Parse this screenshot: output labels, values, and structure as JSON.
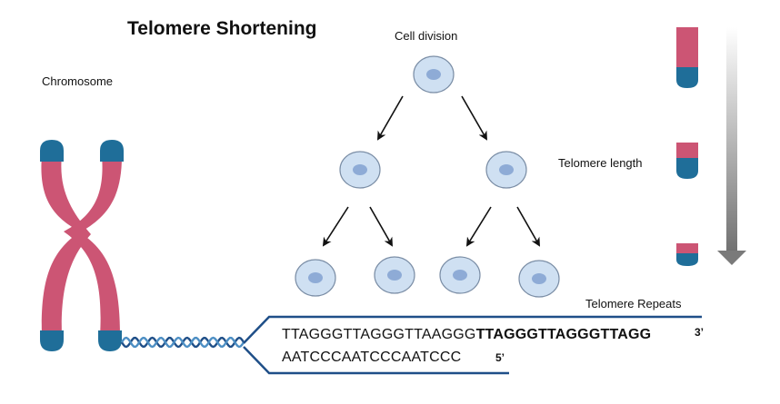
{
  "title": "Telomere Shortening",
  "labels": {
    "chromosome": "Chromosome",
    "cell_division": "Cell division",
    "telomere_length": "Telomere length",
    "telomere_repeats": "Telomere Repeats"
  },
  "sequence": {
    "top_plain": "TTAGGGTTAGGGTTAAGGG",
    "top_bold": "TTAGGGTTAGGGTTAGG",
    "top_end": "3’",
    "bottom": "AATCCCAATCCCAATCCC",
    "bottom_end": "5’"
  },
  "colors": {
    "chromatid": "#cc5574",
    "telomere_cap": "#1f6e99",
    "cell_fill": "#cfe0f2",
    "cell_stroke": "#7b8ea6",
    "nucleus": "#8eabd6",
    "bracket": "#1f4f88",
    "arrow": "#7a7a7a"
  }
}
